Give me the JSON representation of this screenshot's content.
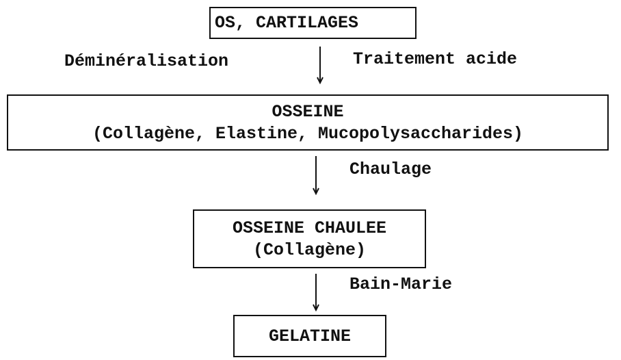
{
  "nodes": {
    "os_cartilages": {
      "lines": [
        "OS, CARTILAGES"
      ]
    },
    "osseine": {
      "lines": [
        "OSSEINE",
        "(Collagène, Elastine, Mucopolysaccharides)"
      ]
    },
    "osseine_chaulee": {
      "lines": [
        "OSSEINE CHAULEE",
        "(Collagène)"
      ]
    },
    "gelatine": {
      "lines": [
        "GELATINE"
      ]
    }
  },
  "edges": {
    "step1": {
      "left_label": "Déminéralisation",
      "right_label": "Traitement acide"
    },
    "step2": {
      "label": "Chaulage"
    },
    "step3": {
      "label": "Bain-Marie"
    }
  }
}
